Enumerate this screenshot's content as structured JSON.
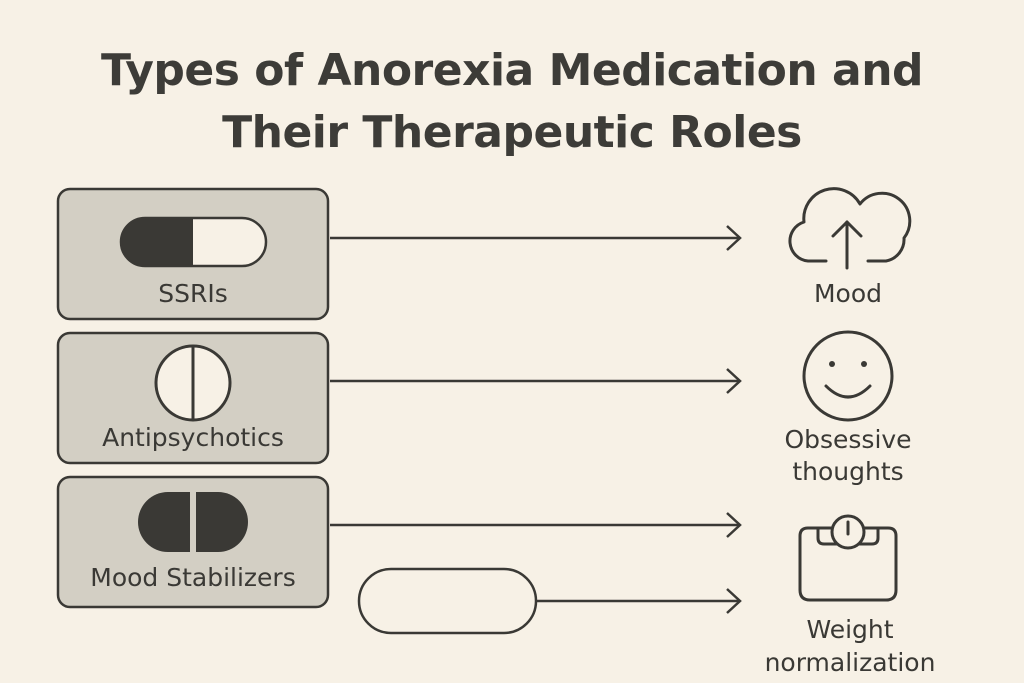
{
  "title": {
    "line1": "Types of Anorexia Medication and",
    "line2": "Their Therapeutic Roles"
  },
  "medications": [
    {
      "label": "SSRIs",
      "icon": "capsule-half-icon"
    },
    {
      "label": "Antipsychotics",
      "icon": "round-tablet-icon"
    },
    {
      "label": "Mood Stabilizers",
      "icon": "oval-tablet-icon"
    }
  ],
  "roles": [
    {
      "label": "Mood",
      "icon": "cloud-upload-icon"
    },
    {
      "label": "Obsessive thoughts",
      "line1": "Obsessive",
      "line2": "thoughts",
      "icon": "smiley-icon"
    },
    {
      "label": "Weight normalization",
      "line1": "Weight",
      "line2": "normalization",
      "icon": "scale-icon"
    }
  ],
  "colors": {
    "background": "#f7f1e6",
    "card": "#d3cfc4",
    "ink": "#3a3935"
  }
}
